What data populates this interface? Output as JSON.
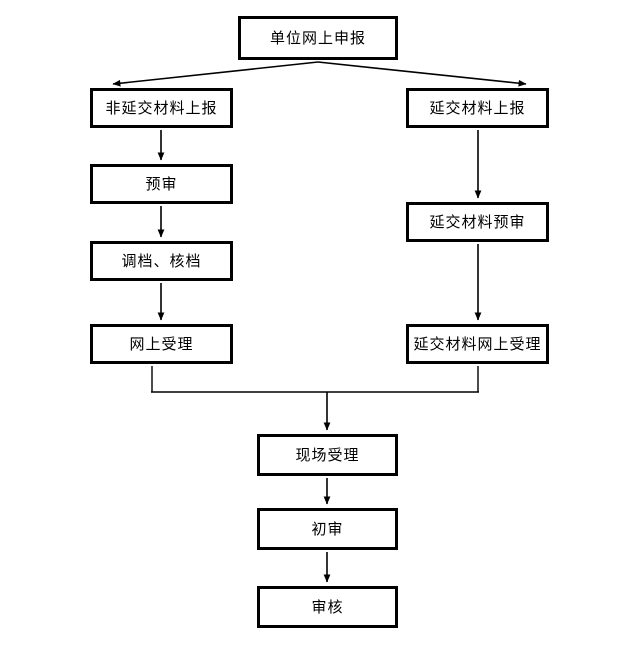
{
  "diagram": {
    "type": "flowchart",
    "orientation": "top-to-bottom",
    "background_color": "#ffffff",
    "line_color": "#000000",
    "nodes": [
      {
        "id": "declare",
        "label": "单位网上申报"
      },
      {
        "id": "nondelay",
        "label": "非延交材料上报"
      },
      {
        "id": "delay",
        "label": "延交材料上报"
      },
      {
        "id": "pre_review",
        "label": "预审"
      },
      {
        "id": "archive",
        "label": "调档、核档"
      },
      {
        "id": "online_accept",
        "label": "网上受理"
      },
      {
        "id": "delay_pre",
        "label": "延交材料预审"
      },
      {
        "id": "delay_online",
        "label": "延交材料网上受理"
      },
      {
        "id": "onsite",
        "label": "现场受理"
      },
      {
        "id": "first_review",
        "label": "初审"
      },
      {
        "id": "final_review",
        "label": "审核"
      }
    ],
    "edges": [
      {
        "from": "declare",
        "to": "nondelay",
        "style": "diagonal-arrow"
      },
      {
        "from": "declare",
        "to": "delay",
        "style": "diagonal-arrow"
      },
      {
        "from": "nondelay",
        "to": "pre_review",
        "style": "vertical-arrow"
      },
      {
        "from": "pre_review",
        "to": "archive",
        "style": "vertical-arrow"
      },
      {
        "from": "archive",
        "to": "online_accept",
        "style": "vertical-arrow"
      },
      {
        "from": "delay",
        "to": "delay_pre",
        "style": "vertical-arrow"
      },
      {
        "from": "delay_pre",
        "to": "delay_online",
        "style": "vertical-arrow"
      },
      {
        "from": "online_accept",
        "to": "onsite",
        "style": "merge-bus"
      },
      {
        "from": "delay_online",
        "to": "onsite",
        "style": "merge-bus"
      },
      {
        "from": "onsite",
        "to": "first_review",
        "style": "vertical-arrow"
      },
      {
        "from": "first_review",
        "to": "final_review",
        "style": "vertical-arrow"
      }
    ]
  }
}
